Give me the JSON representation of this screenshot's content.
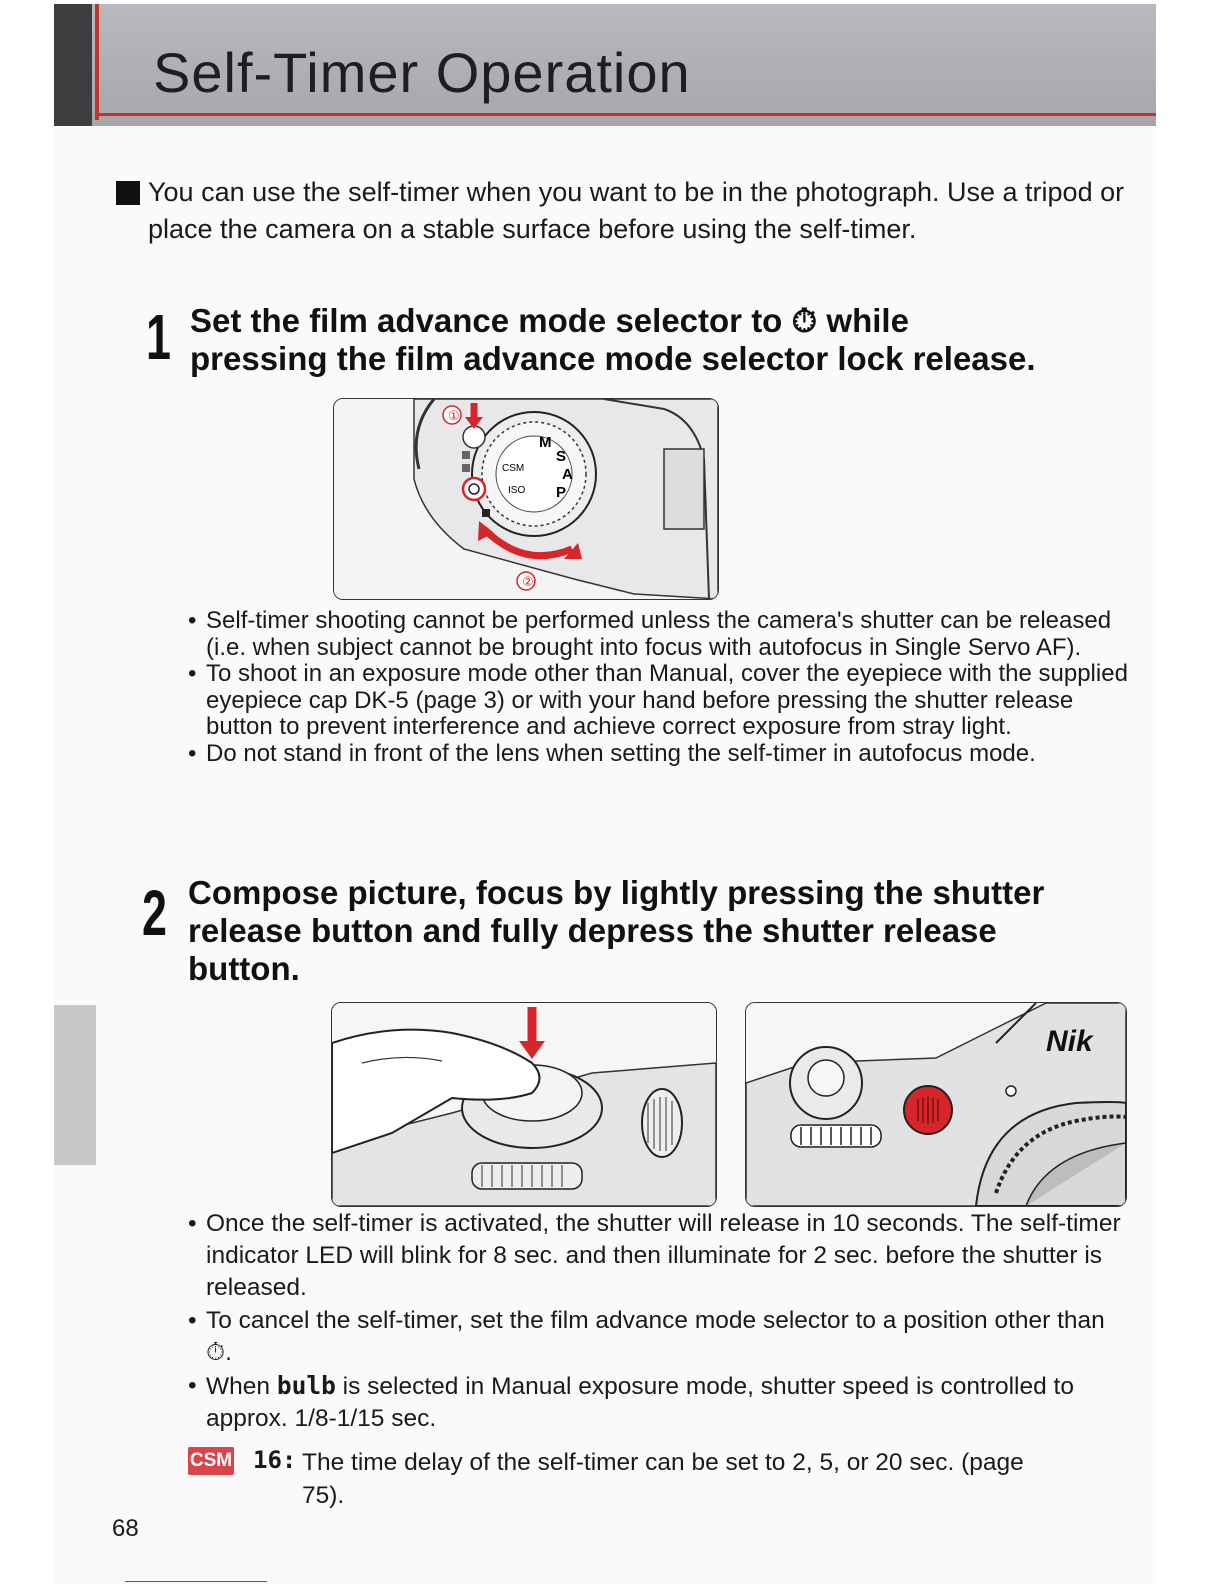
{
  "header": {
    "title": "Self-Timer Operation"
  },
  "intro": "You can use the self-timer when you want to be in the photograph. Use a tripod or place the camera on a stable surface before using the self-timer.",
  "step1": {
    "number": "1",
    "line1": "Set the film advance mode selector to ⏱ while",
    "line2": "pressing the film advance mode selector lock release.",
    "callouts": [
      "①",
      "②"
    ],
    "bullets": [
      "Self-timer shooting cannot be performed unless the camera's shutter can be released (i.e. when subject cannot be brought into focus with autofocus in Single Servo AF).",
      "To shoot in an exposure mode other than Manual, cover the eyepiece with the supplied eyepiece cap DK-5 (page 3) or with your hand before pressing the shutter release button to prevent interference and achieve correct exposure from stray light.",
      "Do not stand in front of the lens when setting the self-timer in autofocus mode."
    ]
  },
  "step2": {
    "number": "2",
    "line1": "Compose picture, focus by lightly pressing the shutter",
    "line2": "release button and fully depress the shutter release",
    "line3": "button.",
    "brand_partial": "Nik",
    "bullets": [
      "Once the self-timer is activated, the shutter will release in 10 seconds. The self-timer indicator LED will blink for 8 sec. and then illuminate for 2 sec. before the shutter is released.",
      "To cancel the self-timer, set the film advance mode selector to a position other than ⏱."
    ],
    "bullet3_pre": "When ",
    "bullet3_code": "bulb",
    "bullet3_post": " is selected in Manual exposure mode, shutter speed is controlled to approx. 1/8-1/15 sec."
  },
  "csm": {
    "badge": "CSM",
    "code": "16:",
    "text": "The time delay of the self-timer can be set to 2, 5, or 20 sec. (page 75)."
  },
  "dial_labels": {
    "m": "M",
    "s": "S",
    "a": "A",
    "p": "P",
    "csm": "CSM",
    "iso": "ISO"
  },
  "page_number": "68",
  "colors": {
    "accent_red": "#c4342f",
    "header_gray": "#b0b0b4",
    "csm_badge": "#d9454b"
  }
}
